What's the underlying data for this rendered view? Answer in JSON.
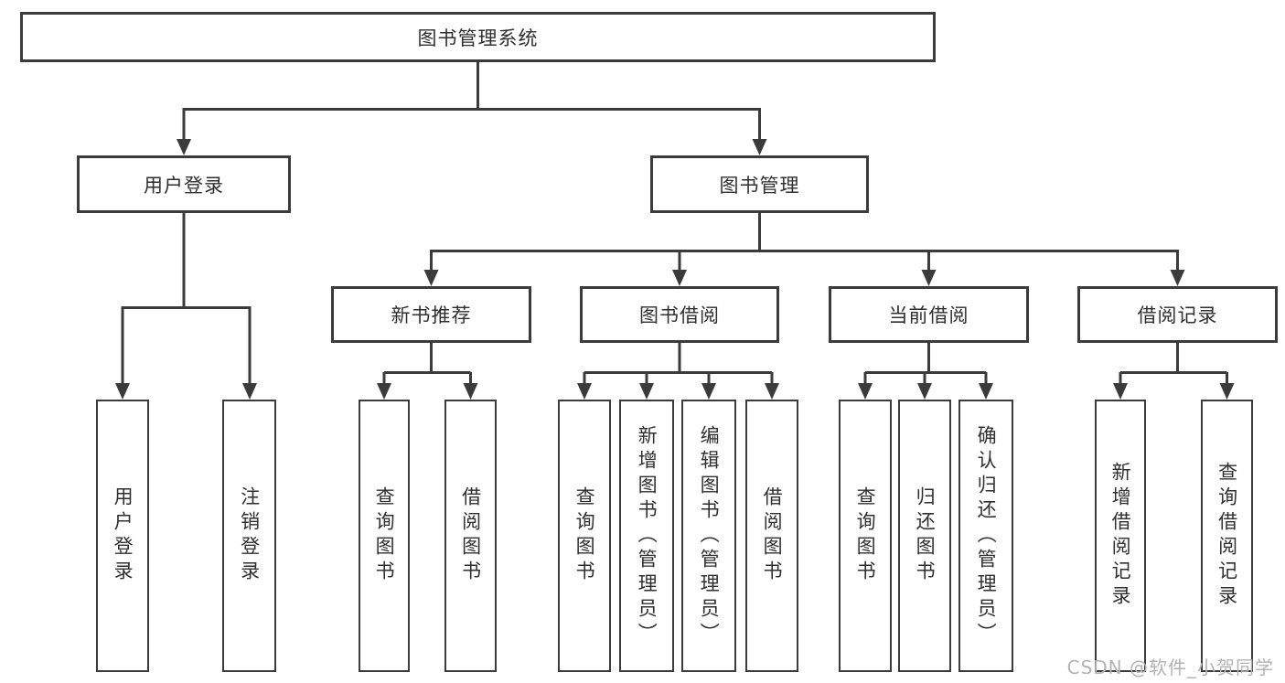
{
  "tree": {
    "root": "图书管理系统",
    "children": [
      {
        "label": "用户登录",
        "children": [
          "用户登录",
          "注销登录"
        ]
      },
      {
        "label": "图书管理",
        "children": [
          {
            "label": "新书推荐",
            "children": [
              "查询图书",
              "借阅图书"
            ]
          },
          {
            "label": "图书借阅",
            "children": [
              "查询图书",
              "新增图书（管理员）",
              "编辑图书（管理员）",
              "借阅图书"
            ]
          },
          {
            "label": "当前借阅",
            "children": [
              "查询图书",
              "归还图书",
              "确认归还（管理员）"
            ]
          },
          {
            "label": "借阅记录",
            "children": [
              "新增借阅记录",
              "查询借阅记录"
            ]
          }
        ]
      }
    ]
  },
  "watermark": "CSDN @软件_小贺同学",
  "colors": {
    "line": "#3b3b3b",
    "text": "#2f2f2f",
    "watermark": "#b3b3b3",
    "background": "#ffffff"
  }
}
